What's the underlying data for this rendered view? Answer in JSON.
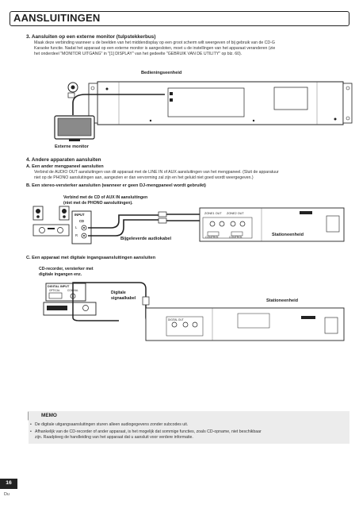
{
  "header": {
    "title": "AANSLUITINGEN"
  },
  "section3": {
    "heading": "3. Aansluiten op een externe monitor (tulpstekkerbus)",
    "body1": "Maak deze verbinding wanneer u de beelden van het middendisplay op een groot scherm wilt weergeven of bij gebruik van de CD-G",
    "body2": "Karaoke functie. Nadat het apparaat op een externe monitor is aangesloten, moet u de instellingen van het apparaat veranderen (zie",
    "body3": "het onderdeel \"MONITOR UITGANG\" in \"[1] DISPLAY\" van het gedeelte \"GEBRUIK VAN DE UTILITY\" op blz. 60).",
    "label_control_unit": "Bedieningseenheid",
    "label_monitor": "Externe monitor"
  },
  "section4": {
    "heading": "4. Andere apparaten aansluiten",
    "a_heading": "A. Een ander mengpaneel aansluiten",
    "a_body1": "Verbind de AUDIO OUT aansluitingen van dit apparaat met de LINE IN of AUX aansluitingen van het mengpaneel. (Sluit de apparatuur",
    "a_body2": "niet op de PHONO aansluitingen aan, aangezien er dan vervorming zal zijn en het geluid niet goed wordt weergegeven.)",
    "b_heading": "B. Een stereo-versterker aansluiten (wanneer er geen DJ-mengpaneel wordt gebruikt)",
    "b_label1": "Verbind met de CD of AUX IN aansluitingen",
    "b_label2": "(niet met de PHONO aansluitingen).",
    "input_label": "INPUT",
    "cd_label": "CD",
    "l_label": "L",
    "r_label": "R",
    "cable_label": "Bijgeleverde audiokabel",
    "station_label": "Stationeenheid",
    "zone1_out": "ZONE1 OUT",
    "zone2_out": "ZONE2 OUT",
    "control_label": "CONTROL",
    "c_heading": "C. Een apparaat met digitale ingangsaansluitingen aansluiten",
    "c_label1": "CD-recorder, versterker met",
    "c_label2": "digitale ingangen enz.",
    "digital_input": "DIGITAL INPUT",
    "optical": "OPTICAL",
    "coaxial": "COAXIAL",
    "digital_cable1": "Digitale",
    "digital_cable2": "signaalkabel",
    "digital_out": "DIGITAL OUT",
    "station_label2": "Stationeenheid"
  },
  "memo": {
    "title": "MEMO",
    "item1": "De digitale uitgangsaansluitingen sturen alleen audiogegevens zonder subcodes uit.",
    "item2a": "Afhankelijk van de CD-recorder of ander apparaat, is het mogelijk dat sommige functies, zoals CD-opname, niet beschikbaar",
    "item2b": "zijn. Raadpleeg de handleiding van het apparaat dat u aansluit voor verdere informatie."
  },
  "footer": {
    "page": "16",
    "lang": "Du"
  }
}
